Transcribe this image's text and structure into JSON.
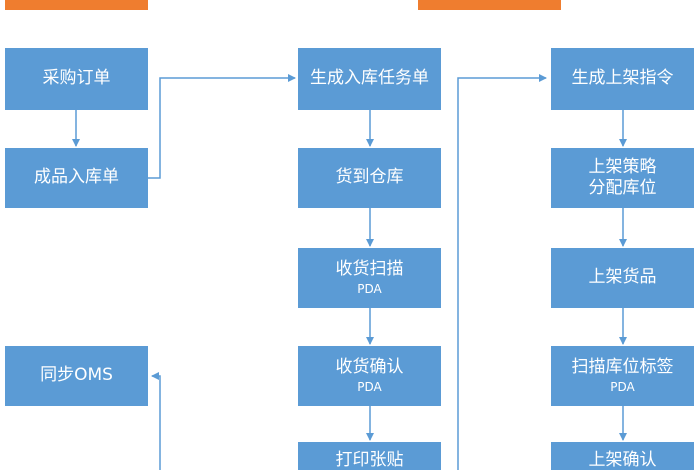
{
  "colors": {
    "node_fill": "#5b9bd5",
    "connector": "#5b9bd5",
    "header_bar": "#ef7d2f",
    "text": "#ffffff"
  },
  "nodes": {
    "purchase_order": {
      "text": "采购订单"
    },
    "finished_goods_inbound": {
      "text": "成品入库单"
    },
    "sync_oms": {
      "text": "同步OMS"
    },
    "create_inbound_task": {
      "text": "生成入库任务单"
    },
    "goods_arrive": {
      "text": "货到仓库"
    },
    "receive_scan": {
      "text": "收货扫描",
      "sub": "PDA"
    },
    "receive_confirm": {
      "text": "收货确认",
      "sub": "PDA"
    },
    "print_label": {
      "text": "打印张贴"
    },
    "create_putaway_cmd": {
      "text": "生成上架指令"
    },
    "putaway_strategy": {
      "line1": "上架策略",
      "line2": "分配库位"
    },
    "putaway_goods": {
      "text": "上架货品"
    },
    "scan_location_label": {
      "text": "扫描库位标签",
      "sub": "PDA"
    },
    "putaway_confirm": {
      "text": "上架确认"
    }
  }
}
